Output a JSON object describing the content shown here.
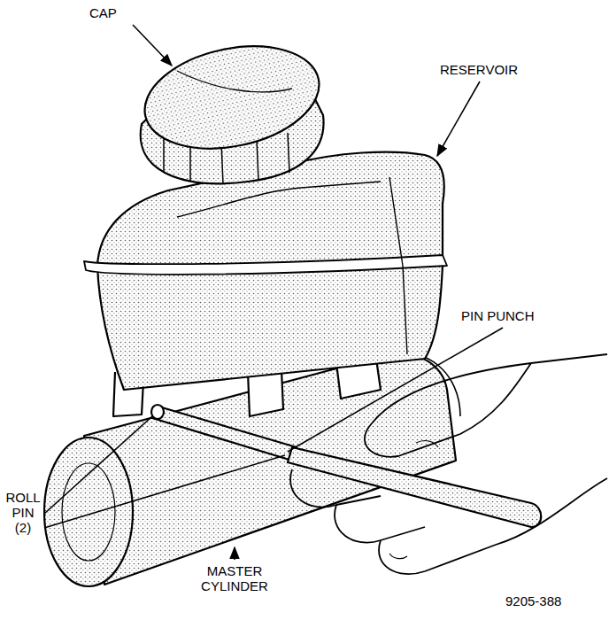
{
  "diagram": {
    "labels": [
      "CAP",
      "RESERVOIR",
      "PIN PUNCH",
      "ROLL PIN (2)",
      "MASTER CYLINDER",
      "9205-388"
    ]
  }
}
